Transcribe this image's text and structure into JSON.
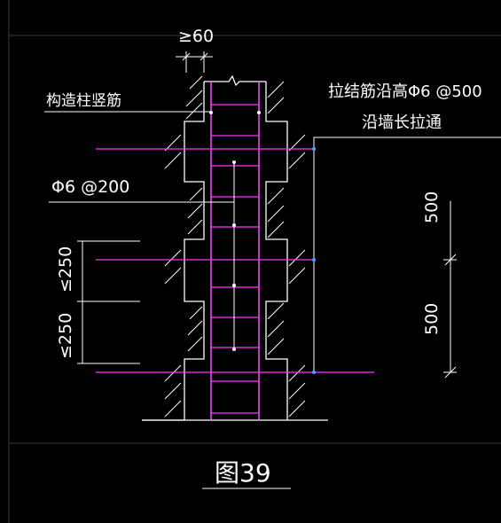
{
  "annotations": {
    "min_60": "≥60",
    "column_vertical_bars": "构造柱竖筋",
    "tie_bar_line1": "拉结筋沿高Φ6 @500",
    "tie_bar_line2": "沿墙长拉通",
    "stirrup_spacing": "Φ6 @200",
    "dim_500_top": "500",
    "dim_500_bottom": "500",
    "le250_top": "≤250",
    "le250_bottom": "≤250"
  },
  "figure_caption": "图39",
  "colors": {
    "background": "#000000",
    "linework": "#ffffff",
    "rebar": "#ff33ff",
    "dim_marker": "#3fa9ff"
  }
}
